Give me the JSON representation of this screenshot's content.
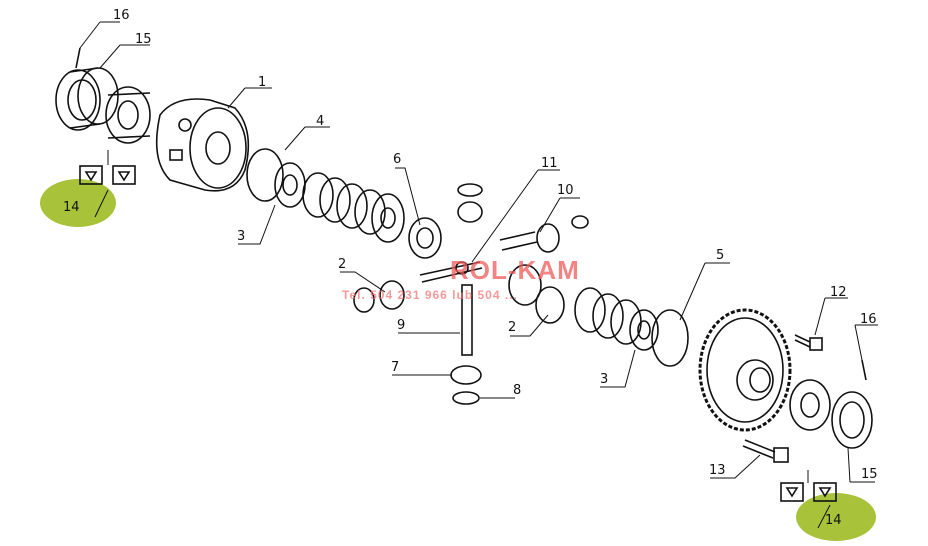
{
  "diagram": {
    "title": "Differential assembly exploded view",
    "callouts": [
      "16",
      "15",
      "1",
      "4",
      "14",
      "3",
      "6",
      "11",
      "10",
      "2",
      "5",
      "12",
      "16",
      "9",
      "2",
      "3",
      "7",
      "8",
      "13",
      "15",
      "14"
    ],
    "highlight_color": "#a8c23a",
    "watermark": {
      "brand": "ROL-KAM",
      "phone": "Tel. 504 231 966 lub 504 ..."
    }
  }
}
